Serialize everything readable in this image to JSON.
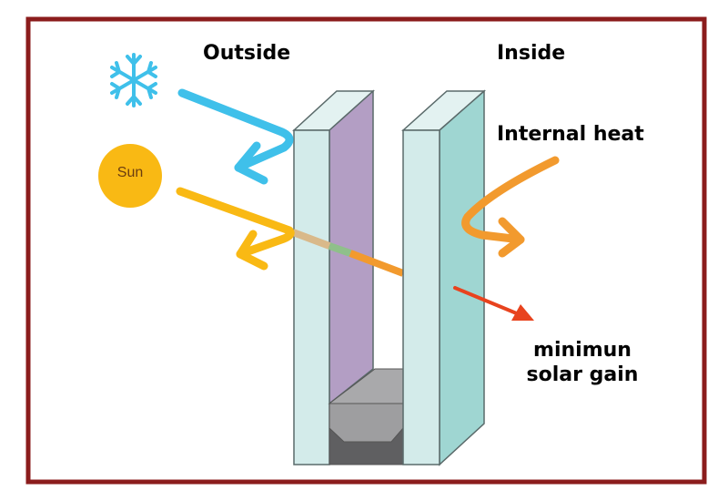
{
  "labels": {
    "outside": "Outside",
    "inside": "Inside",
    "internal_heat": "Internal heat",
    "solar_gain_line1": "minimun",
    "solar_gain_line2": "solar gain",
    "sun": "Sun"
  },
  "colors": {
    "frame": "#8b1c1c",
    "cold": "#3fc0ea",
    "sun": "#f9b914",
    "heat": "#f29a2e",
    "solar_gain": "#e8431e",
    "glass": "#d3ebea",
    "low_e_coating": "#b39ec4",
    "tinted_glass": "#9fd6d2",
    "spacer_light": "#a0a0a2",
    "spacer_dark": "#5f5f61"
  }
}
